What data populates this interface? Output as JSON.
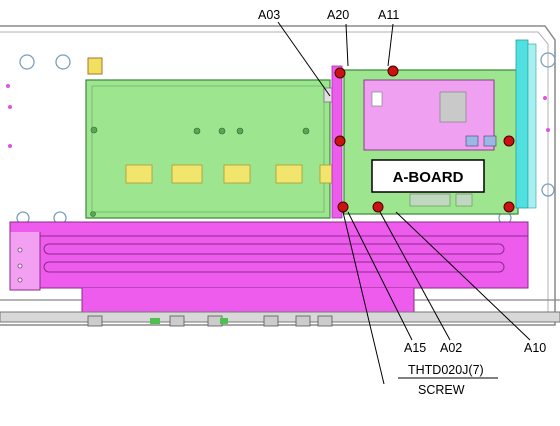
{
  "callouts": {
    "a03": "A03",
    "a20": "A20",
    "a11": "A11",
    "a15": "A15",
    "a02": "A02",
    "a10": "A10"
  },
  "board_label": "A-BOARD",
  "screw_part": "THTD020J(7)",
  "screw_label": "SCREW",
  "colors": {
    "board_green": "#9ee58f",
    "chassis_magenta": "#ee5cee",
    "pink_board": "#f0a0f0",
    "yellow_pad": "#f2e56e",
    "cyan_cable": "#50e0e0",
    "screw_red": "#cc1111",
    "frame_gray": "#808080"
  }
}
